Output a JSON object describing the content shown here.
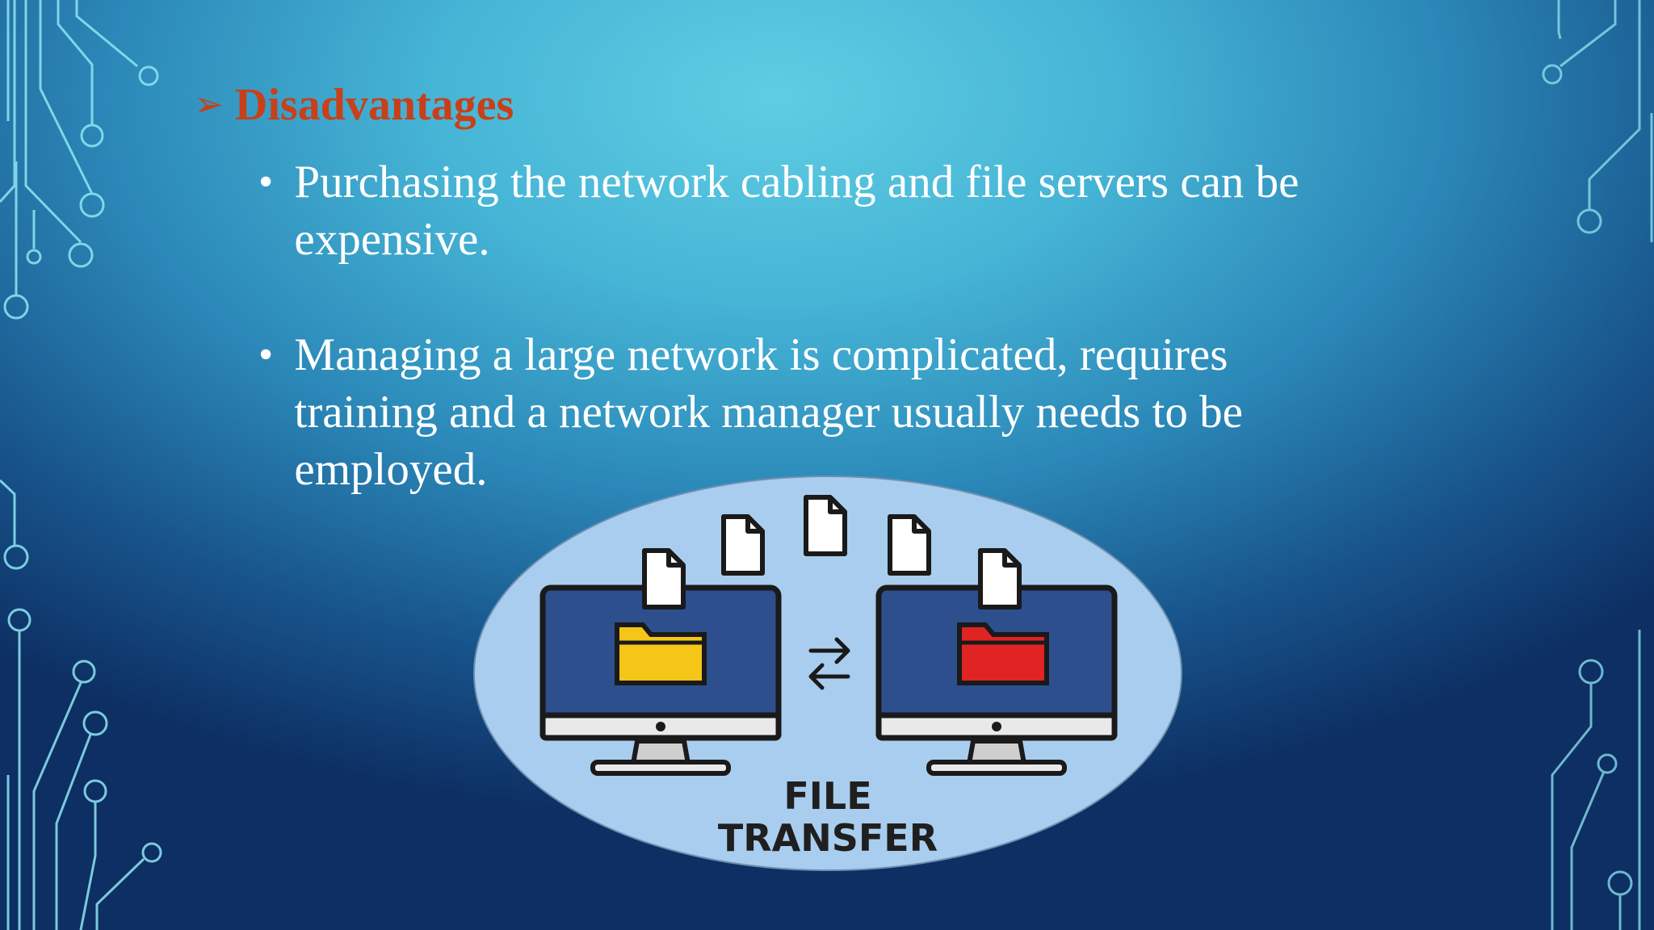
{
  "slide": {
    "heading": {
      "bullet_glyph": "➢",
      "text": "Disadvantages",
      "color": "#c8401a"
    },
    "bullets": [
      {
        "glyph": "•",
        "text": "Purchasing the network cabling and file servers can be expensive."
      },
      {
        "glyph": "•",
        "text": "Managing a large network is complicated, requires training and a network manager usually needs to be employed."
      }
    ],
    "illustration": {
      "caption_line1": "FILE",
      "caption_line2": "TRANSFER",
      "icons": [
        "monitor-icon",
        "folder-icon",
        "document-icon",
        "transfer-arrows-icon"
      ],
      "colors": {
        "ellipse": "#a9cdee",
        "screen": "#2d4f8e",
        "folder_left": "#f5c518",
        "folder_right": "#e02424"
      }
    }
  },
  "colors": {
    "bg_light": "#5fcde2",
    "bg_dark": "#0d2f63",
    "circuit": "#8fe6f2"
  }
}
